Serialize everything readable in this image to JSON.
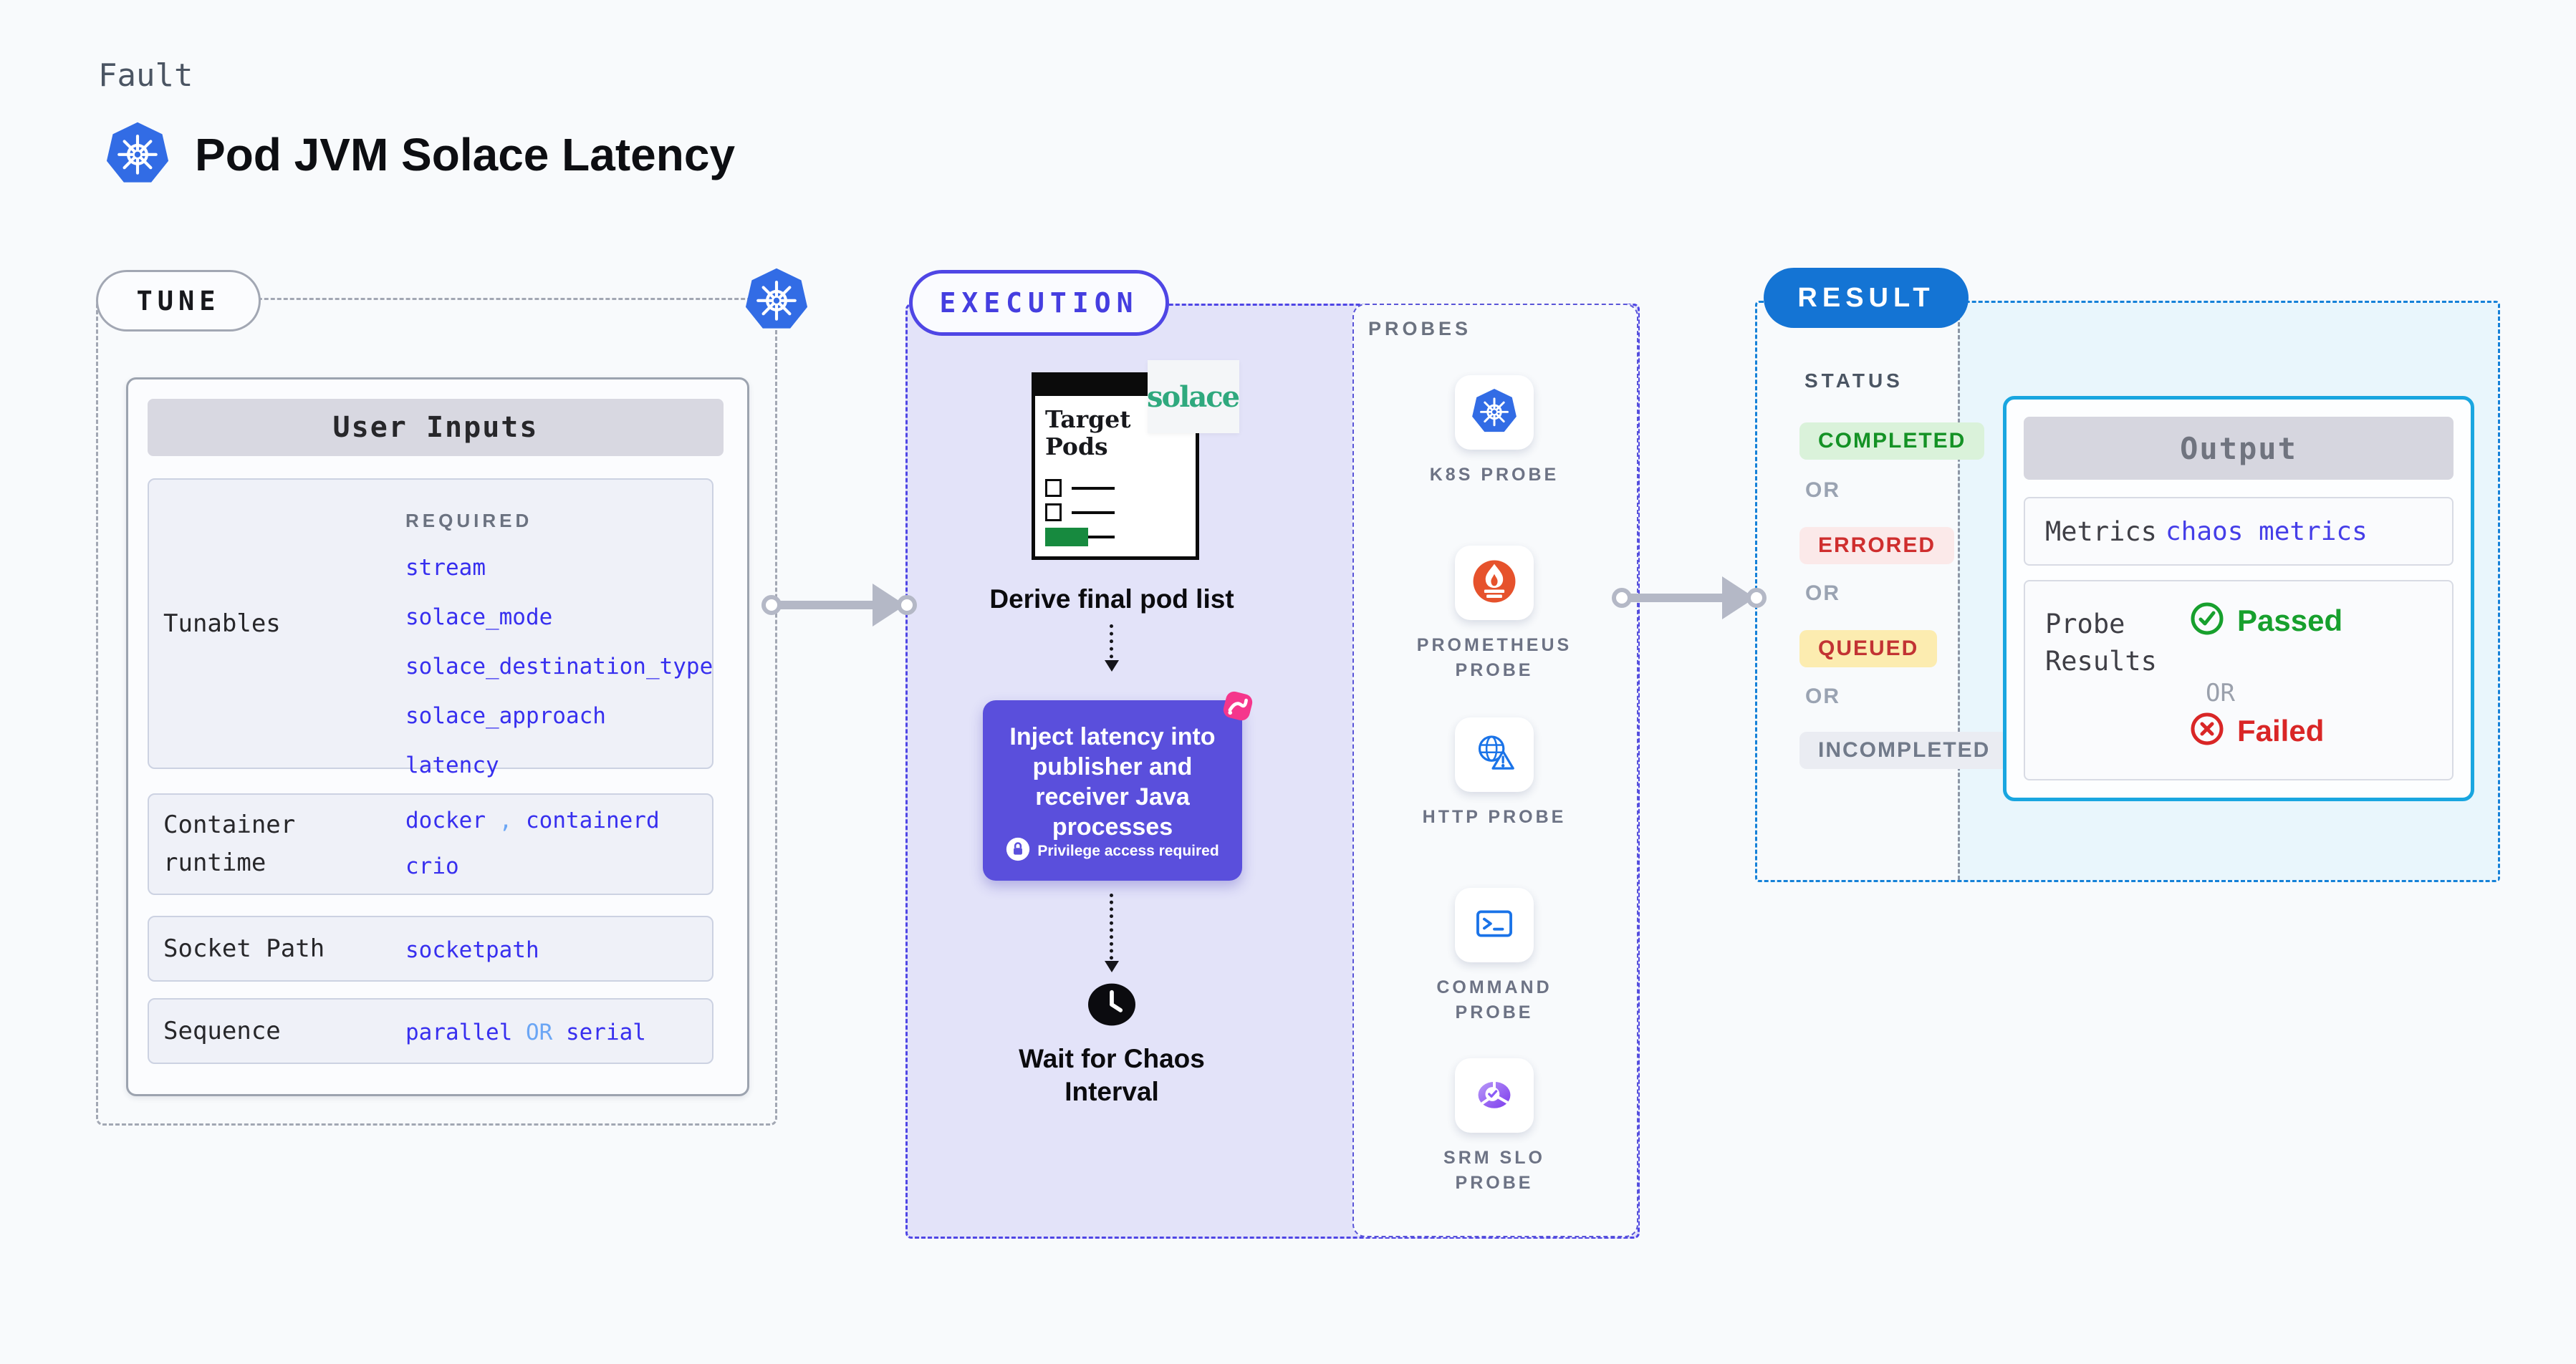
{
  "colors": {
    "background": "#f8fafc",
    "tune_border_gray": "#a2a7b3",
    "execution_indigo": "#4f46e5",
    "execution_lavender": "#e3e3f9",
    "inject_purple": "#5a4fdc",
    "chaos_pink": "#f5368c",
    "kubernetes_blue": "#326CE5",
    "prometheus_orange": "#E6522C",
    "probe_icon_blue": "#1a73e8",
    "srm_purple": "#8b5cf6",
    "result_pill_blue": "#1474d4",
    "result_border_blue": "#1581d8",
    "output_border_cyan": "#19a6e0",
    "output_panel_bg": "#e9f6fc",
    "value_blue": "#372fef",
    "value_light_blue": "#6ba6f5",
    "passed_green": "#17a02d",
    "failed_red": "#d92626",
    "solace_green": "#2fa97e",
    "arrow_gray": "#b4b8c6",
    "target_doc_green": "#178a3f"
  },
  "header": {
    "eyebrow": "Fault",
    "title": "Pod JVM Solace Latency"
  },
  "tune": {
    "label": "TUNE",
    "card": {
      "title": "User Inputs",
      "tunables": {
        "label": "Tunables",
        "required": "REQUIRED",
        "values": [
          "stream",
          "solace_mode",
          "solace_destination_type",
          "solace_approach",
          "latency"
        ]
      },
      "container_runtime": {
        "label": "Container runtime",
        "v1": "docker",
        "comma": ",",
        "v2": "containerd",
        "v3": "crio"
      },
      "socket_path": {
        "label": "Socket Path",
        "value": "socketpath"
      },
      "sequence": {
        "label": "Sequence",
        "v1": "parallel",
        "or": "OR",
        "v2": "serial"
      }
    }
  },
  "execution": {
    "label": "EXECUTION",
    "doc_title": "Target Pods",
    "solace_logo": "solace",
    "derive_label": "Derive final pod list",
    "inject_text": "Inject latency into publisher and receiver Java processes",
    "privilege_note": "Privilege access required",
    "wait_label": "Wait for Chaos Interval"
  },
  "probes": {
    "title": "PROBES",
    "items": [
      {
        "label": "K8S PROBE",
        "icon": "kubernetes-icon"
      },
      {
        "label": "PROMETHEUS PROBE",
        "icon": "prometheus-icon"
      },
      {
        "label": "HTTP PROBE",
        "icon": "http-globe-warning-icon"
      },
      {
        "label": "COMMAND PROBE",
        "icon": "terminal-icon"
      },
      {
        "label": "SRM SLO PROBE",
        "icon": "slo-pie-check-icon"
      }
    ]
  },
  "result": {
    "label": "RESULT",
    "status_title": "STATUS",
    "or": "OR",
    "statuses": [
      {
        "text": "COMPLETED",
        "tone": "green"
      },
      {
        "text": "ERRORED",
        "tone": "red"
      },
      {
        "text": "QUEUED",
        "tone": "yellow"
      },
      {
        "text": "INCOMPLETED",
        "tone": "gray"
      }
    ],
    "output": {
      "title": "Output",
      "metrics_label": "Metrics",
      "metrics_value": "chaos metrics",
      "probe_results_label": "Probe Results",
      "passed": "Passed",
      "or": "OR",
      "failed": "Failed"
    }
  }
}
